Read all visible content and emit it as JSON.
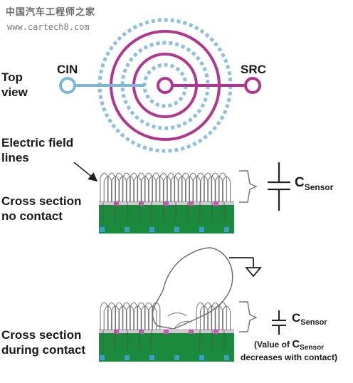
{
  "watermark": {
    "site_name": "中国汽车工程师之家",
    "url": "www.cartech8.com"
  },
  "top_view": {
    "label_lines": [
      "Top",
      "view"
    ],
    "pin_left": "CIN",
    "pin_right": "SRC"
  },
  "field_lines": {
    "label_lines": [
      "Electric field",
      "lines"
    ]
  },
  "no_contact": {
    "label_lines": [
      "Cross section",
      "no contact"
    ],
    "c_symbol": "C",
    "c_sub": "Sensor"
  },
  "contact": {
    "label_lines": [
      "Cross section",
      "during contact"
    ],
    "c_symbol": "C",
    "c_sub": "Sensor",
    "note_prefix": "(Value of ",
    "note_c": "C",
    "note_sub": "Sensor",
    "note_line2": "decreases with contact)"
  },
  "colors": {
    "dotted_ring": "#8ec1de",
    "trace_blue": "#7fb6d6",
    "magenta_ring": "#b0368e",
    "substrate_green": "#1c8a3c",
    "pad_magenta": "#c45bb0",
    "pad_blue": "#3a9fcf"
  }
}
